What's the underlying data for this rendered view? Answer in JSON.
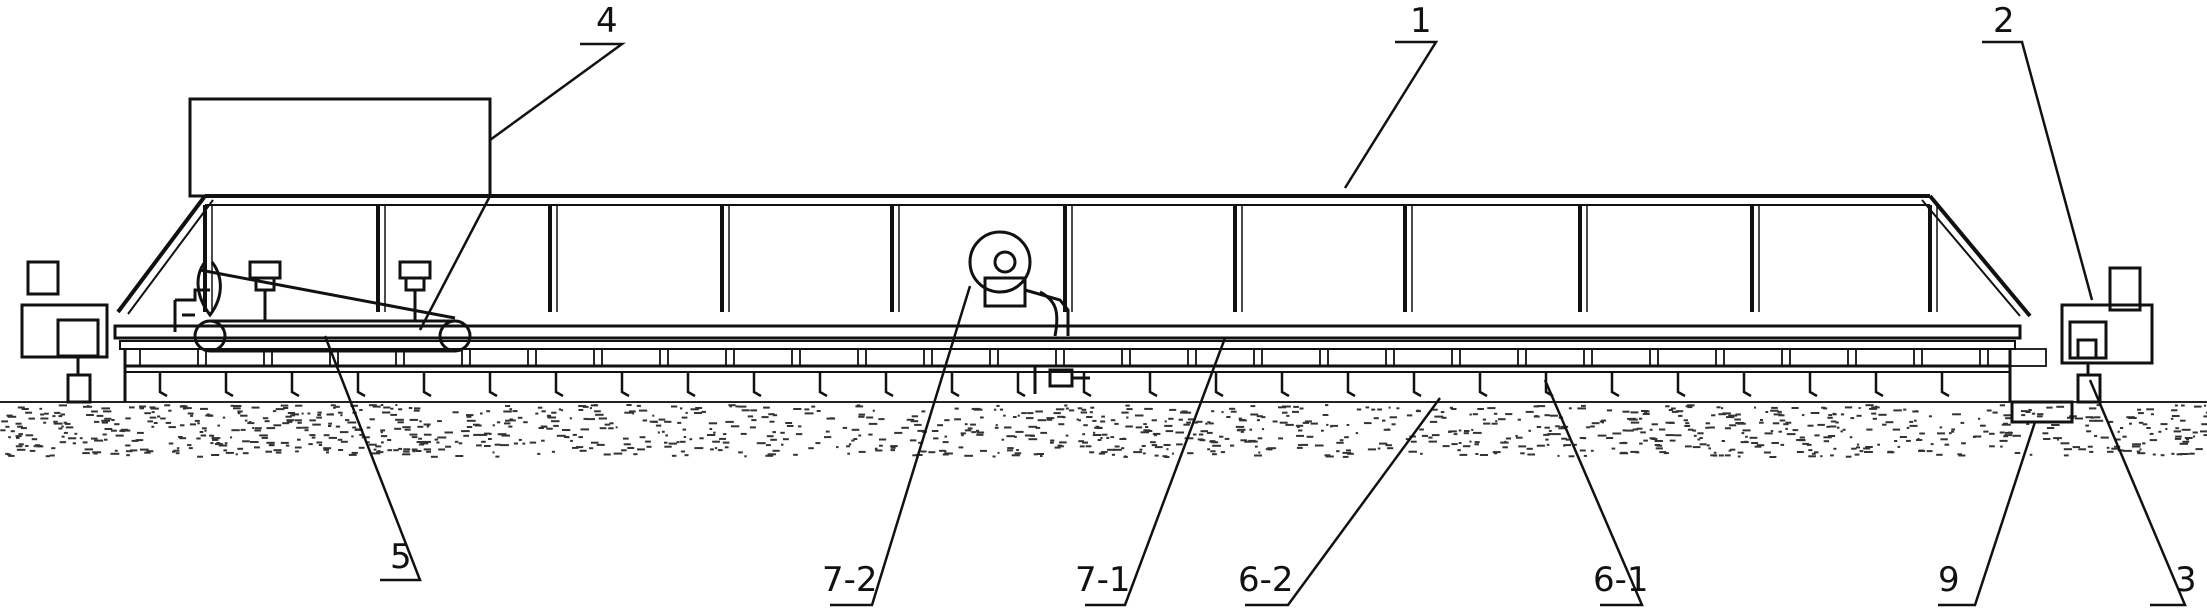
{
  "diagram": {
    "callouts": [
      {
        "id": "c4",
        "text": "4"
      },
      {
        "id": "c1",
        "text": "1"
      },
      {
        "id": "c2",
        "text": "2"
      },
      {
        "id": "c5",
        "text": "5"
      },
      {
        "id": "c72",
        "text": "7-2"
      },
      {
        "id": "c71",
        "text": "7-1"
      },
      {
        "id": "c62",
        "text": "6-2"
      },
      {
        "id": "c61",
        "text": "6-1"
      },
      {
        "id": "c9",
        "text": "9"
      },
      {
        "id": "c3",
        "text": "3"
      }
    ]
  }
}
